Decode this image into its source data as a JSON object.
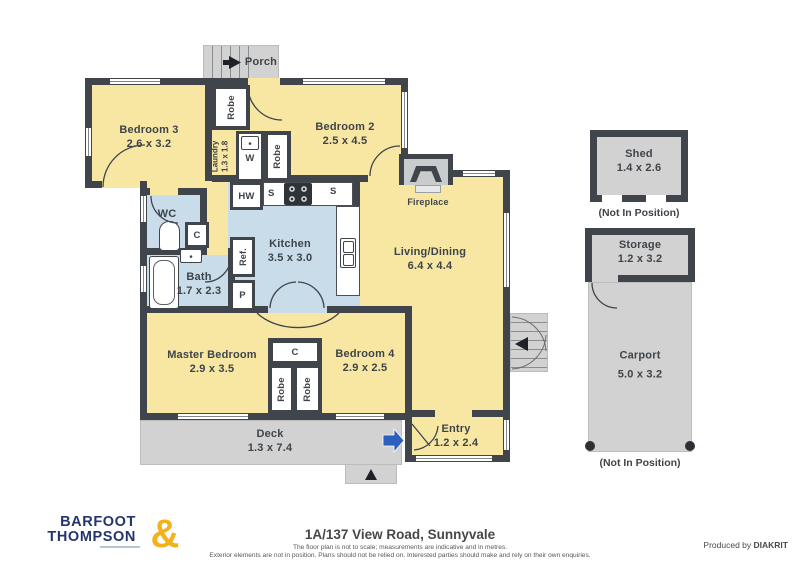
{
  "rooms": {
    "bedroom3": {
      "name": "Bedroom 3",
      "dims": "2.6 x 3.2"
    },
    "bedroom2": {
      "name": "Bedroom 2",
      "dims": "2.5 x 4.5"
    },
    "kitchen": {
      "name": "Kitchen",
      "dims": "3.5 x 3.0"
    },
    "living": {
      "name": "Living/Dining",
      "dims": "6.4 x 4.4"
    },
    "bath": {
      "name": "Bath",
      "dims": "1.7 x 2.3"
    },
    "wc": {
      "name": "WC"
    },
    "laundry": {
      "name": "Laundry",
      "dims": "1.3 x 1.8"
    },
    "master": {
      "name": "Master Bedroom",
      "dims": "2.9 x 3.5"
    },
    "bedroom4": {
      "name": "Bedroom 4",
      "dims": "2.9 x 2.5"
    },
    "entry": {
      "name": "Entry",
      "dims": "1.2 x 2.4"
    },
    "deck": {
      "name": "Deck",
      "dims": "1.3 x 7.4"
    },
    "porch": {
      "name": "Porch"
    },
    "fireplace": {
      "name": "Fireplace"
    }
  },
  "fixtures": {
    "robe": "Robe",
    "washer": "W",
    "hot_water": "HW",
    "sink": "S",
    "cupboard": "C",
    "pantry": "P",
    "fridge": "Ref."
  },
  "outbuildings": {
    "shed": {
      "name": "Shed",
      "dims": "1.4 x 2.6",
      "note": "(Not In Position)"
    },
    "storage": {
      "name": "Storage",
      "dims": "1.2 x 3.2"
    },
    "carport": {
      "name": "Carport",
      "dims": "5.0 x 3.2",
      "note": "(Not In Position)"
    }
  },
  "footer": {
    "brand_line1": "BARFOOT",
    "brand_line2": "THOMPSON",
    "brand_amp": "&",
    "address": "1A/137 View Road, Sunnyvale",
    "disclaimer_line1": "The floor plan is not to scale; measurements are indicative and in metres.",
    "disclaimer_line2": "Exterior elements are not in position. Plans should not be relied on. Interested parties should make and rely on their own enquiries.",
    "produced_by_prefix": "Produced by ",
    "produced_by_brand": "DIAKRIT"
  },
  "colors": {
    "wall": "#3f454b",
    "room_yellow": "#f7e7a3",
    "room_blue": "#c9dcea",
    "exterior_gray": "#d2d2d2",
    "arrow_blue": "#2c5fbe",
    "brand_navy": "#24356e",
    "brand_gold": "#f2b21c"
  }
}
